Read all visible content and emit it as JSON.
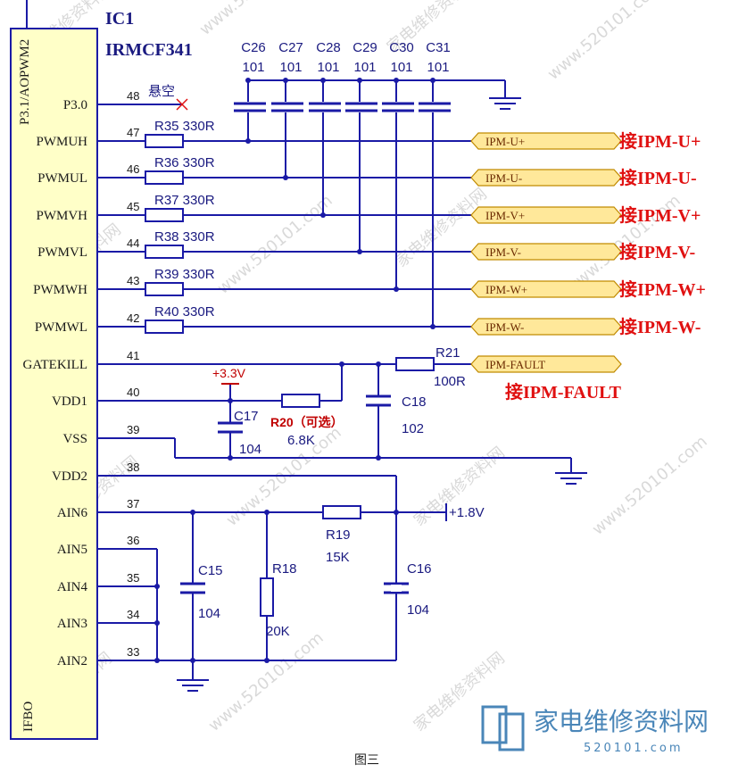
{
  "ic": {
    "ref": "IC1",
    "part": "IRMCF341"
  },
  "pins": [
    {
      "num": "48",
      "name": "P3.0"
    },
    {
      "num": "47",
      "name": "PWMUH"
    },
    {
      "num": "46",
      "name": "PWMUL"
    },
    {
      "num": "45",
      "name": "PWMVH"
    },
    {
      "num": "44",
      "name": "PWMVL"
    },
    {
      "num": "43",
      "name": "PWMWH"
    },
    {
      "num": "42",
      "name": "PWMWL"
    },
    {
      "num": "41",
      "name": "GATEKILL"
    },
    {
      "num": "40",
      "name": "VDD1"
    },
    {
      "num": "39",
      "name": "VSS"
    },
    {
      "num": "38",
      "name": "VDD2"
    },
    {
      "num": "37",
      "name": "AIN6"
    },
    {
      "num": "36",
      "name": "AIN5"
    },
    {
      "num": "35",
      "name": "AIN4"
    },
    {
      "num": "34",
      "name": "AIN3"
    },
    {
      "num": "33",
      "name": "AIN2"
    }
  ],
  "ic_side_labels": {
    "top": "P3.1/AOPWM2",
    "bottom": "IFBO"
  },
  "nc_label": "悬空",
  "caps_top": [
    {
      "ref": "C26",
      "val": "101"
    },
    {
      "ref": "C27",
      "val": "101"
    },
    {
      "ref": "C28",
      "val": "101"
    },
    {
      "ref": "C29",
      "val": "101"
    },
    {
      "ref": "C30",
      "val": "101"
    },
    {
      "ref": "C31",
      "val": "101"
    }
  ],
  "resistors_pwm": [
    {
      "ref": "R35",
      "val": "330R"
    },
    {
      "ref": "R36",
      "val": "330R"
    },
    {
      "ref": "R37",
      "val": "330R"
    },
    {
      "ref": "R38",
      "val": "330R"
    },
    {
      "ref": "R39",
      "val": "330R"
    },
    {
      "ref": "R40",
      "val": "330R"
    }
  ],
  "ports": [
    "IPM-U+",
    "IPM-U-",
    "IPM-V+",
    "IPM-V-",
    "IPM-W+",
    "IPM-W-",
    "IPM-FAULT"
  ],
  "ipm_notes": [
    "接IPM-U+",
    "接IPM-U-",
    "接IPM-V+",
    "接IPM-V-",
    "接IPM-W+",
    "接IPM-W-",
    "接IPM-FAULT"
  ],
  "r21": {
    "ref": "R21",
    "val": "100R"
  },
  "r20": {
    "ref": "R20（可选）",
    "val": "6.8K"
  },
  "c17": {
    "ref": "C17",
    "val": "104"
  },
  "c18": {
    "ref": "C18",
    "val": "102"
  },
  "rail_33": "+3.3V",
  "rail_18": "+1.8V",
  "r19": {
    "ref": "R19",
    "val": "15K"
  },
  "r18": {
    "ref": "R18",
    "val": "20K"
  },
  "c15": {
    "ref": "C15",
    "val": "104"
  },
  "c16": {
    "ref": "C16",
    "val": "104"
  },
  "watermark": [
    "家电维修资料网",
    "www.520101.com"
  ],
  "logo": {
    "name": "家电维修资料网",
    "url": "520101.com"
  },
  "caption": "图三"
}
